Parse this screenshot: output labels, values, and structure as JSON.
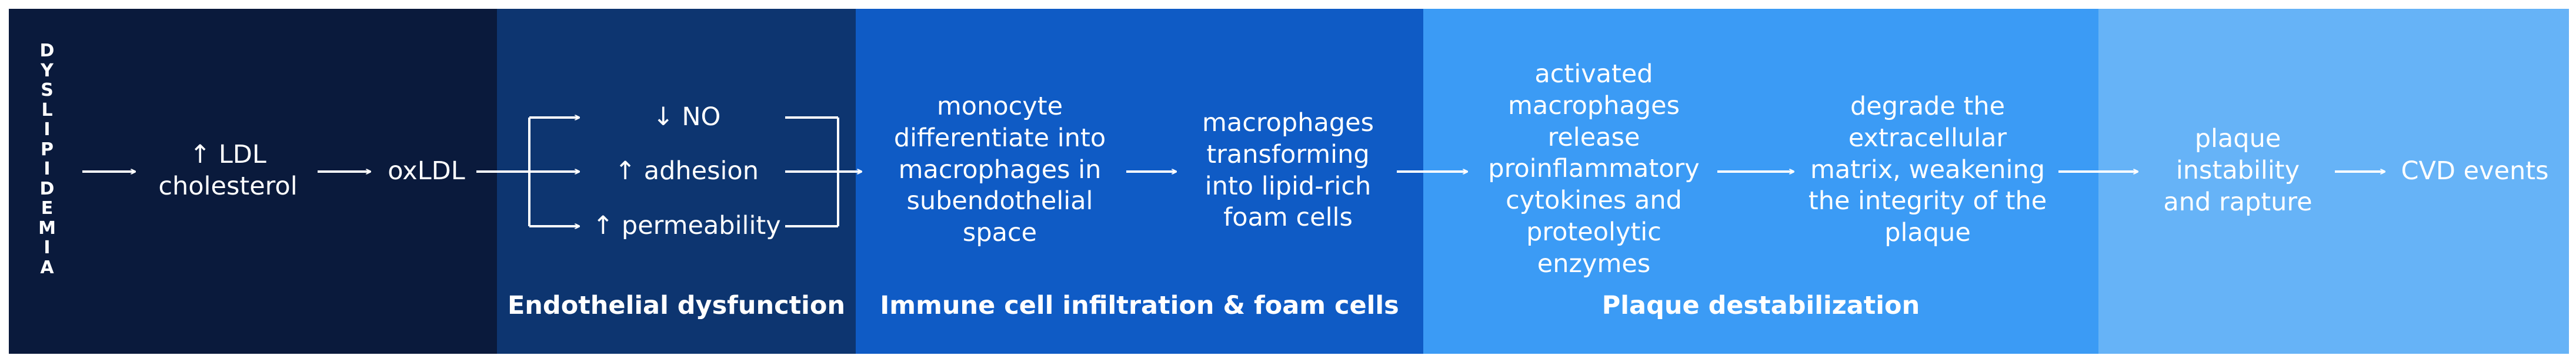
{
  "colors": {
    "dyslipidemia_band": "#0a1a3c",
    "endothelial_band": "#0d3570",
    "immune_band": "#0f5bc5",
    "destabilization_band": "#3b9bf5",
    "outcome_band": "#66b3f7",
    "arrow": "#ffffff",
    "text": "#ffffff"
  },
  "dyslipidemia": {
    "letters": [
      "D",
      "Y",
      "S",
      "L",
      "I",
      "P",
      "I",
      "D",
      "E",
      "M",
      "I",
      "A"
    ]
  },
  "nodes": {
    "ldl": "↑ LDL\ncholesterol",
    "oxldl": "oxLDL",
    "no": "↓ NO",
    "adhesion": "↑ adhesion",
    "permeability": "↑ permeability",
    "monocyte": "monocyte\ndifferentiate into\nmacrophages in\nsubendothelial\nspace",
    "foam": "macrophages\ntransforming\ninto lipid-rich\nfoam cells",
    "activated": "activated\nmacrophages\nrelease\nproinflammatory\ncytokines and\nproteolytic\nenzymes",
    "degrade": "degrade the\nextracellular\nmatrix, weakening\nthe integrity of the\nplaque",
    "instability": "plaque\ninstability\nand rapture",
    "cvd": "CVD events"
  },
  "stages": {
    "endothelial": "Endothelial dysfunction",
    "immune": "Immune cell infiltration & foam cells",
    "destabilization": "Plaque destabilization"
  }
}
